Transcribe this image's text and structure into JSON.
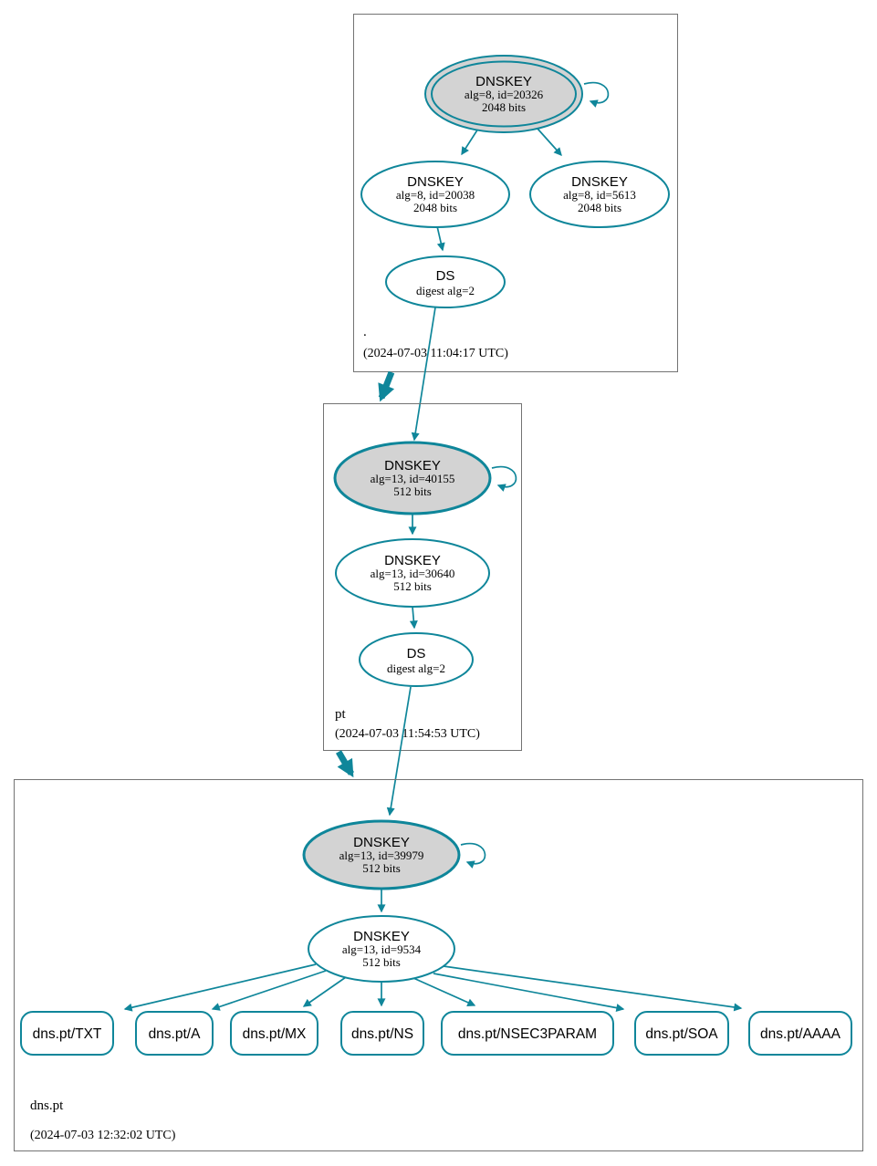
{
  "colors": {
    "edge_teal": "#0f869a",
    "ksk_fill_gray": "#d3d3d3",
    "zone_box_border": "#737373",
    "text": "#000000"
  },
  "zones": {
    "root": {
      "label": ".",
      "timestamp": "(2024-07-03 11:04:17 UTC)",
      "ksk": {
        "type": "DNSKEY",
        "alg": "alg=8, id=20326",
        "bits": "2048 bits"
      },
      "zsk": {
        "type": "DNSKEY",
        "alg": "alg=8, id=20038",
        "bits": "2048 bits"
      },
      "zsk2": {
        "type": "DNSKEY",
        "alg": "alg=8, id=5613",
        "bits": "2048 bits"
      },
      "ds": {
        "type": "DS",
        "digest": "digest alg=2"
      }
    },
    "pt": {
      "label": "pt",
      "timestamp": "(2024-07-03 11:54:53 UTC)",
      "ksk": {
        "type": "DNSKEY",
        "alg": "alg=13, id=40155",
        "bits": "512 bits"
      },
      "zsk": {
        "type": "DNSKEY",
        "alg": "alg=13, id=30640",
        "bits": "512 bits"
      },
      "ds": {
        "type": "DS",
        "digest": "digest alg=2"
      }
    },
    "dns_pt": {
      "label": "dns.pt",
      "timestamp": "(2024-07-03 12:32:02 UTC)",
      "ksk": {
        "type": "DNSKEY",
        "alg": "alg=13, id=39979",
        "bits": "512 bits"
      },
      "zsk": {
        "type": "DNSKEY",
        "alg": "alg=13, id=9534",
        "bits": "512 bits"
      },
      "rrsets": [
        "dns.pt/TXT",
        "dns.pt/A",
        "dns.pt/MX",
        "dns.pt/NS",
        "dns.pt/NSEC3PARAM",
        "dns.pt/SOA",
        "dns.pt/AAAA"
      ]
    }
  }
}
